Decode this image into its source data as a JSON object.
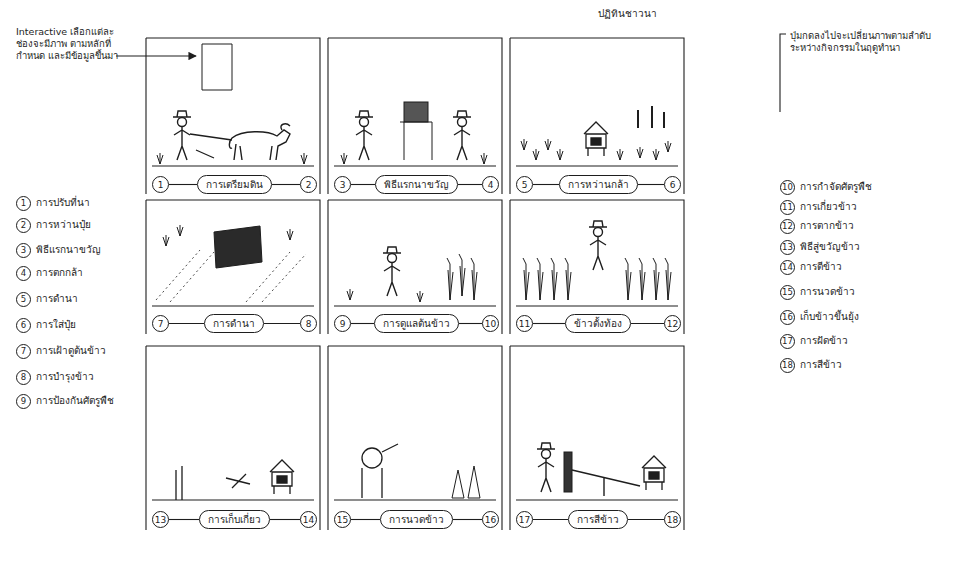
{
  "diagram": {
    "title": "ปฏิทินชาวนา",
    "nodes": [
      {
        "text": [
          "1"
        ]
      },
      {
        "text": [
          "การเตรียมดิน"
        ]
      },
      {
        "text": [
          "2"
        ]
      },
      {
        "text": [
          "3"
        ]
      },
      {
        "text": [
          "พิธีแรกนาขวัญ"
        ]
      },
      {
        "text": [
          "4"
        ]
      },
      {
        "text": [
          "5"
        ]
      },
      {
        "text": [
          "การหว่านกล้า"
        ]
      },
      {
        "text": [
          "6"
        ]
      },
      {
        "text": [
          "7"
        ]
      },
      {
        "text": [
          "การดำนา"
        ]
      },
      {
        "text": [
          "8"
        ]
      },
      {
        "text": [
          "9"
        ]
      },
      {
        "text": [
          "การดูแลต้นข้าว"
        ]
      },
      {
        "text": [
          "10"
        ]
      },
      {
        "text": [
          "11"
        ]
      },
      {
        "text": [
          "ข้าวตั้งท้อง"
        ]
      },
      {
        "text": [
          "12"
        ]
      },
      {
        "text": [
          "13"
        ]
      },
      {
        "text": [
          "การเก็บเกี่ยว"
        ]
      },
      {
        "text": [
          "14"
        ]
      },
      {
        "text": [
          "15"
        ]
      },
      {
        "text": [
          "การนวดข้าว"
        ]
      },
      {
        "text": [
          "16"
        ]
      },
      {
        "text": [
          "17"
        ]
      },
      {
        "text": [
          "การสีข้าว"
        ]
      },
      {
        "text": [
          "18"
        ]
      }
    ],
    "edges": [
      {
        "from": 0,
        "to": 1,
        "arrow": "none"
      },
      {
        "from": 1,
        "to": 2,
        "arrow": "none"
      },
      {
        "from": 3,
        "to": 4,
        "arrow": "none"
      },
      {
        "from": 4,
        "to": 5,
        "arrow": "none"
      },
      {
        "from": 6,
        "to": 7,
        "arrow": "none"
      },
      {
        "from": 7,
        "to": 8,
        "arrow": "none"
      },
      {
        "from": 9,
        "to": 10,
        "arrow": "none"
      },
      {
        "from": 10,
        "to": 11,
        "arrow": "none"
      },
      {
        "from": 12,
        "to": 13,
        "arrow": "none"
      },
      {
        "from": 13,
        "to": 14,
        "arrow": "none"
      },
      {
        "from": 15,
        "to": 16,
        "arrow": "none"
      },
      {
        "from": 16,
        "to": 17,
        "arrow": "none"
      },
      {
        "from": 18,
        "to": 19,
        "arrow": "none"
      },
      {
        "from": 19,
        "to": 20,
        "arrow": "none"
      },
      {
        "from": 21,
        "to": 22,
        "arrow": "none"
      },
      {
        "from": 22,
        "to": 23,
        "arrow": "none"
      },
      {
        "from": 24,
        "to": 25,
        "arrow": "none"
      },
      {
        "from": 25,
        "to": 26,
        "arrow": "none"
      }
    ],
    "labels": [
      "Interactive เลือกแต่ละช่องจะมีภาพ ตามหลักที่กำหนด และมีข้อมูลขึ้นมา",
      "ปุ่มกดลงไปจะเปลี่ยนภาพตามลำดับ ระหว่างกิจกรรมในฤดูทำนา",
      "1",
      "การปรับที่นา",
      "2",
      "การหว่านปุ๋ย",
      "3",
      "พิธีแรกนาขวัญ",
      "4",
      "การตกกล้า",
      "5",
      "การดำนา",
      "6",
      "การใส่ปุ๋ย",
      "7",
      "การเฝ้าดูต้นข้าว",
      "8",
      "การบำรุงข้าว",
      "9",
      "การป้องกันศัตรูพืช",
      "10",
      "การกำจัดศัตรูพืช",
      "11",
      "การเกี่ยวข้าว",
      "12",
      "การตากข้าว",
      "13",
      "พิธีสู่ขวัญข้าว",
      "14",
      "การตีข้าว",
      "15",
      "การนวดข้าว",
      "16",
      "เก็บข้าวขึ้นยุ้ง",
      "17",
      "การฝัดข้าว",
      "18",
      "การสีข้าว"
    ]
  }
}
